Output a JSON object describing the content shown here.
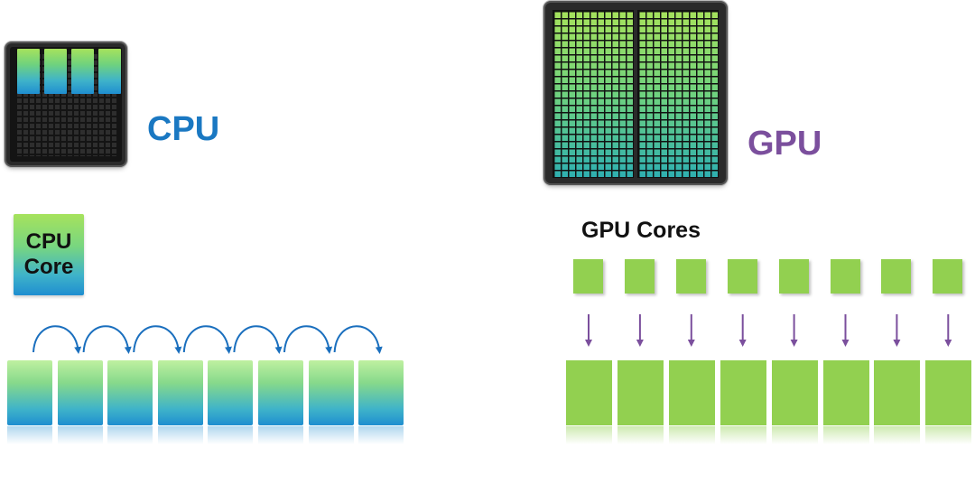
{
  "cpu": {
    "label": "CPU",
    "core_label_line1": "CPU",
    "core_label_line2": "Core",
    "task_count": 8,
    "accent_color": "#1a78c2"
  },
  "gpu": {
    "label": "GPU",
    "cores_title": "GPU Cores",
    "core_count": 8,
    "task_count": 8,
    "accent_color": "#7b4f9d",
    "core_color": "#92d050"
  }
}
